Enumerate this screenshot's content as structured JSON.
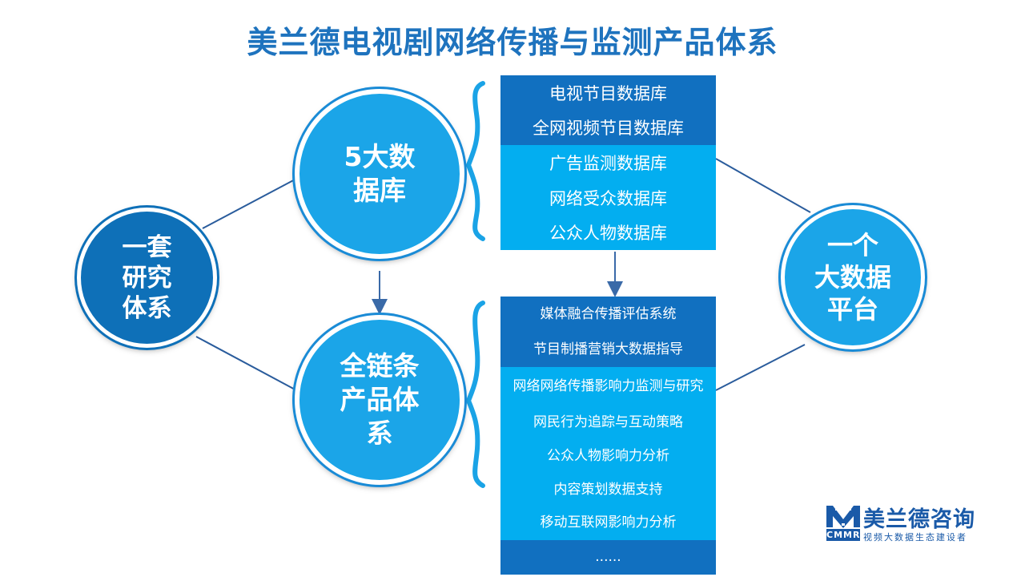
{
  "title": "美兰德电视剧网络传播与监测产品体系",
  "left_circle": {
    "label": "一套\n研究\n体系"
  },
  "database_circle": {
    "label": "5大数\n据库"
  },
  "chain_circle": {
    "label": "全链条\n产品体\n系"
  },
  "platform_circle": {
    "label": "一个\n大数据\n平台"
  },
  "databases": [
    "电视节目数据库",
    "全网视频节目数据库",
    "广告监测数据库",
    "网络受众数据库",
    "公众人物数据库"
  ],
  "products": [
    "媒体融合传播评估系统",
    "节目制播营销大数据指导",
    "网络网络传播影响力监测与研究",
    "网民行为追踪与互动策略",
    "公众人物影响力分析",
    "内容策划数据支持",
    "移动互联网影响力分析",
    "......"
  ],
  "logo": {
    "abbr": "CMMR",
    "name": "美兰德咨询",
    "tagline": "视频大数据生态建设者",
    "icon": "m-logo-icon"
  },
  "colors": {
    "title": "#1e73be",
    "dark_blue": "#1170c0",
    "light_blue": "#03aef0",
    "circle_blue": "#1ba5e8",
    "connector": "#2a5c9c"
  }
}
